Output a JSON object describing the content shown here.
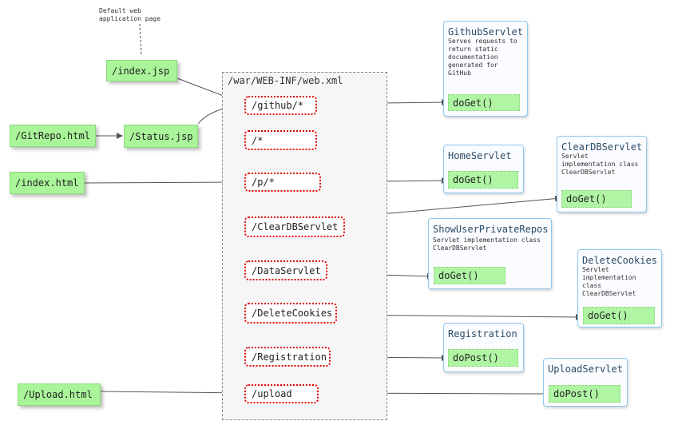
{
  "note": "Default web\napplication page",
  "webxml_title": "/war/WEB-INF/web.xml",
  "sources": {
    "index_jsp": "/index.jsp",
    "gitrepo_html": "/GitRepo.html",
    "status_jsp": "/Status.jsp",
    "index_html": "/index.html",
    "upload_html": "/Upload.html"
  },
  "routes": {
    "github": "/github/*",
    "star": "/*",
    "p": "/p/*",
    "cleardb": "/ClearDBServlet",
    "data": "/DataServlet",
    "deletecookies": "/DeleteCookies",
    "registration": "/Registration",
    "upload": "/upload"
  },
  "servlets": {
    "github": {
      "title": "GithubServlet",
      "desc": "Serves requests to\nreturn static\ndocumentation\ngenerated for\nGitHub",
      "method": "doGet()"
    },
    "home": {
      "title": "HomeServlet",
      "method": "doGet()"
    },
    "cleardb": {
      "title": "ClearDBServlet",
      "desc": "Servlet\nimplementation class\nClearDBServlet",
      "method": "doGet()"
    },
    "showuser": {
      "title": "ShowUserPrivateRepos",
      "desc": "Servlet implementation class\nClearDBServlet",
      "method": "doGet()"
    },
    "deletecookies": {
      "title": "DeleteCookies",
      "desc": "Servlet\nimplementation\nclass\nClearDBServlet",
      "method": "doGet()"
    },
    "registration": {
      "title": "Registration",
      "method": "doPost()"
    },
    "upload": {
      "title": "UploadServlet",
      "method": "doPost()"
    }
  }
}
